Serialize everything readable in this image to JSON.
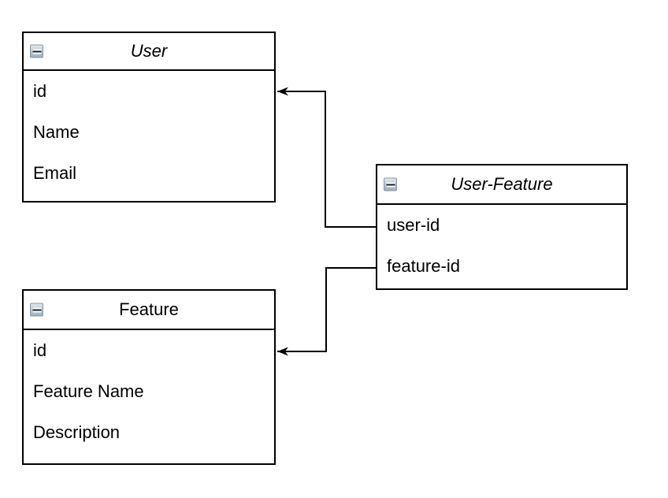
{
  "diagram": {
    "type": "entity-relationship",
    "background": "#ffffff",
    "line_color": "#000000",
    "box_fill": "#ffffff",
    "collapse_icon": {
      "name": "minus-collapse-icon",
      "glyph": "-",
      "border_color": "#8a98a6",
      "gradient_top": "#e0e7ec",
      "gradient_bottom": "#9bafc0"
    },
    "entities": [
      {
        "title": "User",
        "title_style": "italic",
        "fields": [
          "id",
          "Name",
          "Email"
        ]
      },
      {
        "title": "User-Feature",
        "title_style": "italic",
        "fields": [
          "user-id",
          "feature-id"
        ]
      },
      {
        "title": "Feature",
        "title_style": "normal",
        "fields": [
          "id",
          "Feature Name",
          "Description"
        ]
      }
    ],
    "connections": [
      {
        "from": "User-Feature.user-id",
        "to": "User.id",
        "arrow": "classic",
        "direction": "into-user"
      },
      {
        "from": "User-Feature.feature-id",
        "to": "Feature.id",
        "arrow": "classic",
        "direction": "into-feature"
      }
    ]
  }
}
